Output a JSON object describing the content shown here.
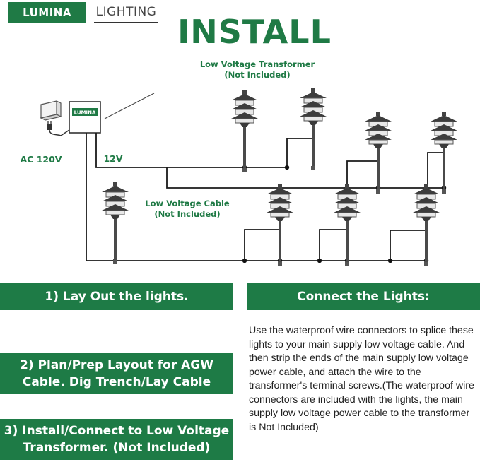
{
  "brand": {
    "name": "LUMINA",
    "suffix": "LIGHTING",
    "transformer_badge": "LUMINA"
  },
  "title": "INSTALL",
  "diagram": {
    "transformer_label": "Low Voltage Transformer",
    "transformer_note": "(Not Included)",
    "ac_label": "AC 120V",
    "voltage_label": "12V",
    "cable_label": "Low Voltage Cable",
    "cable_note": "(Not Included)"
  },
  "steps": [
    {
      "text": "1)   Lay Out the lights."
    },
    {
      "line1": "2)   Plan/Prep Layout for AGW",
      "line2": "Cable. Dig Trench/Lay Cable"
    },
    {
      "line1": "3)  Install/Connect to Low Voltage",
      "line2": "Transformer.  (Not Included)"
    }
  ],
  "connect": {
    "heading": "Connect the Lights:",
    "body": "Use the waterproof wire connectors to splice these lights to your main supply low voltage cable. And then strip the ends of the main supply low voltage power cable, and attach the wire to the transformer's terminal screws.(The waterproof wire connectors are included with the lights, the main supply low voltage power cable to the transformer is Not Included)"
  },
  "colors": {
    "brand_green": "#1f7a45",
    "banner_green": "#1e7b46"
  }
}
